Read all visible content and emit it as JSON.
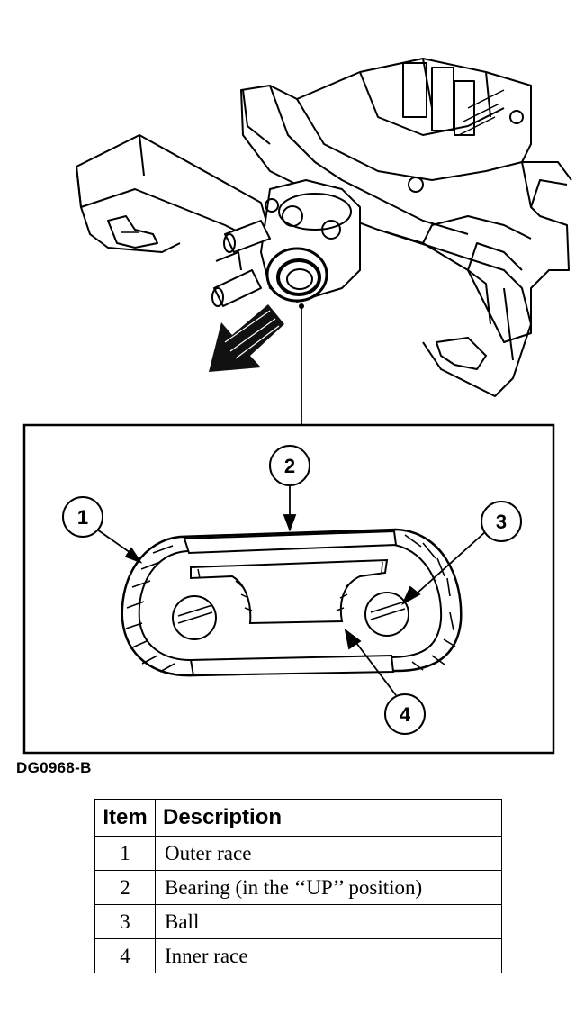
{
  "figure": {
    "code": "DG0968-B",
    "callouts": [
      "1",
      "2",
      "3",
      "4"
    ]
  },
  "legend": {
    "headers": {
      "item": "Item",
      "description": "Description"
    },
    "rows": [
      {
        "item": "1",
        "description": "Outer race"
      },
      {
        "item": "2",
        "description": "Bearing (in the ‘‘UP’’ position)"
      },
      {
        "item": "3",
        "description": "Ball"
      },
      {
        "item": "4",
        "description": "Inner race"
      }
    ]
  }
}
